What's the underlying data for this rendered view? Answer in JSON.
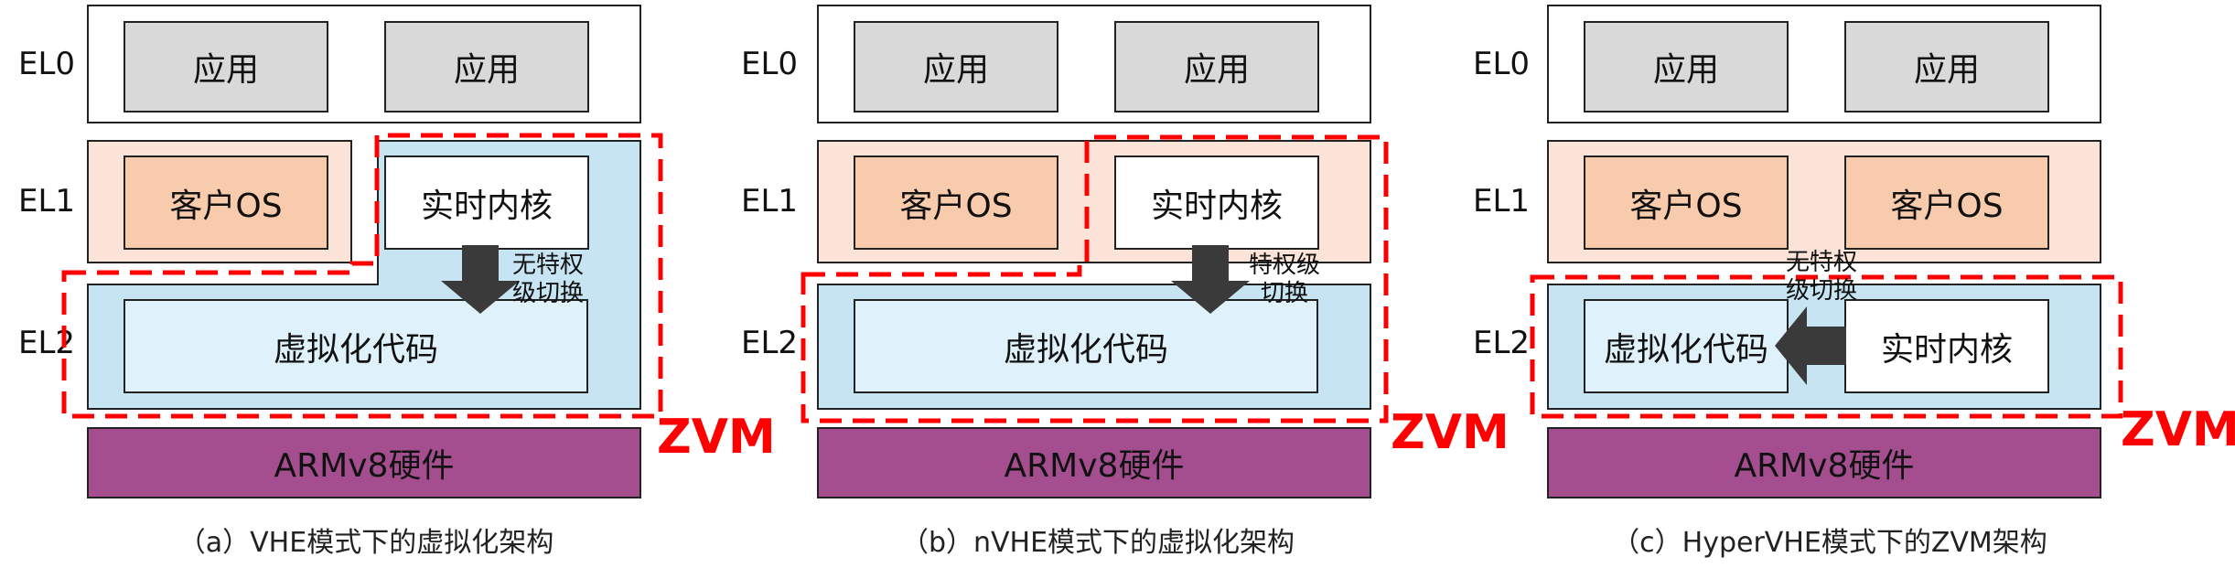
{
  "el_labels": [
    "EL0",
    "EL1",
    "EL2"
  ],
  "colors": {
    "zvm_outline": "#ff0000",
    "arrow": "#3a3a3a",
    "hardware": "#a54e8f",
    "guest_os": "#f8cbad",
    "virtualization": "#dff2fb"
  },
  "panels": [
    {
      "app_1": "应用",
      "app_2": "应用",
      "guest_os": "客户OS",
      "rt_kernel": "实时内核",
      "virt_code": "虚拟化代码",
      "hardware": "ARMv8硬件",
      "arrow_note_line1": "无特权",
      "arrow_note_line2": "级切换",
      "zvm": "ZVM",
      "caption": "（a）VHE模式下的虚拟化架构"
    },
    {
      "app_1": "应用",
      "app_2": "应用",
      "guest_os": "客户OS",
      "rt_kernel": "实时内核",
      "virt_code": "虚拟化代码",
      "hardware": "ARMv8硬件",
      "arrow_note_line1": "特权级",
      "arrow_note_line2": "切换",
      "zvm": "ZVM",
      "caption": "（b）nVHE模式下的虚拟化架构"
    },
    {
      "app_1": "应用",
      "app_2": "应用",
      "guest_os_1": "客户OS",
      "guest_os_2": "客户OS",
      "virt_code": "虚拟化代码",
      "rt_kernel": "实时内核",
      "hardware": "ARMv8硬件",
      "arrow_note_line1": "无特权",
      "arrow_note_line2": "级切换",
      "zvm": "ZVM",
      "caption": "（c）HyperVHE模式下的ZVM架构"
    }
  ]
}
